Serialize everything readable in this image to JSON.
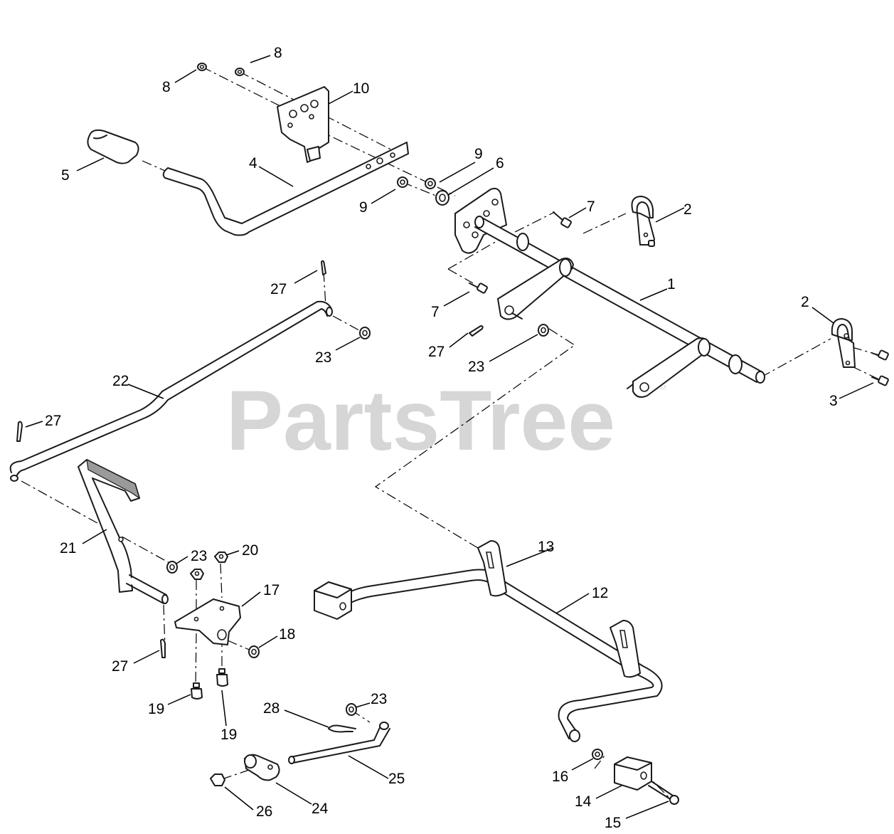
{
  "watermark": {
    "text": "PartsTree",
    "trademark": "TM",
    "color": "#d6d6d6"
  },
  "callouts": {
    "c1": "1",
    "c2a": "2",
    "c2b": "2",
    "c3": "3",
    "c4": "4",
    "c5": "5",
    "c6": "6",
    "c7a": "7",
    "c7b": "7",
    "c8a": "8",
    "c8b": "8",
    "c9a": "9",
    "c9b": "9",
    "c10": "10",
    "c12": "12",
    "c13": "13",
    "c14": "14",
    "c15": "15",
    "c16": "16",
    "c17": "17",
    "c18": "18",
    "c19a": "19",
    "c19b": "19",
    "c20": "20",
    "c21": "21",
    "c22": "22",
    "c23a": "23",
    "c23b": "23",
    "c23c": "23",
    "c23d": "23",
    "c24": "24",
    "c25": "25",
    "c26": "26",
    "c27a": "27",
    "c27b": "27",
    "c27c": "27",
    "c27d": "27",
    "c28": "28"
  }
}
